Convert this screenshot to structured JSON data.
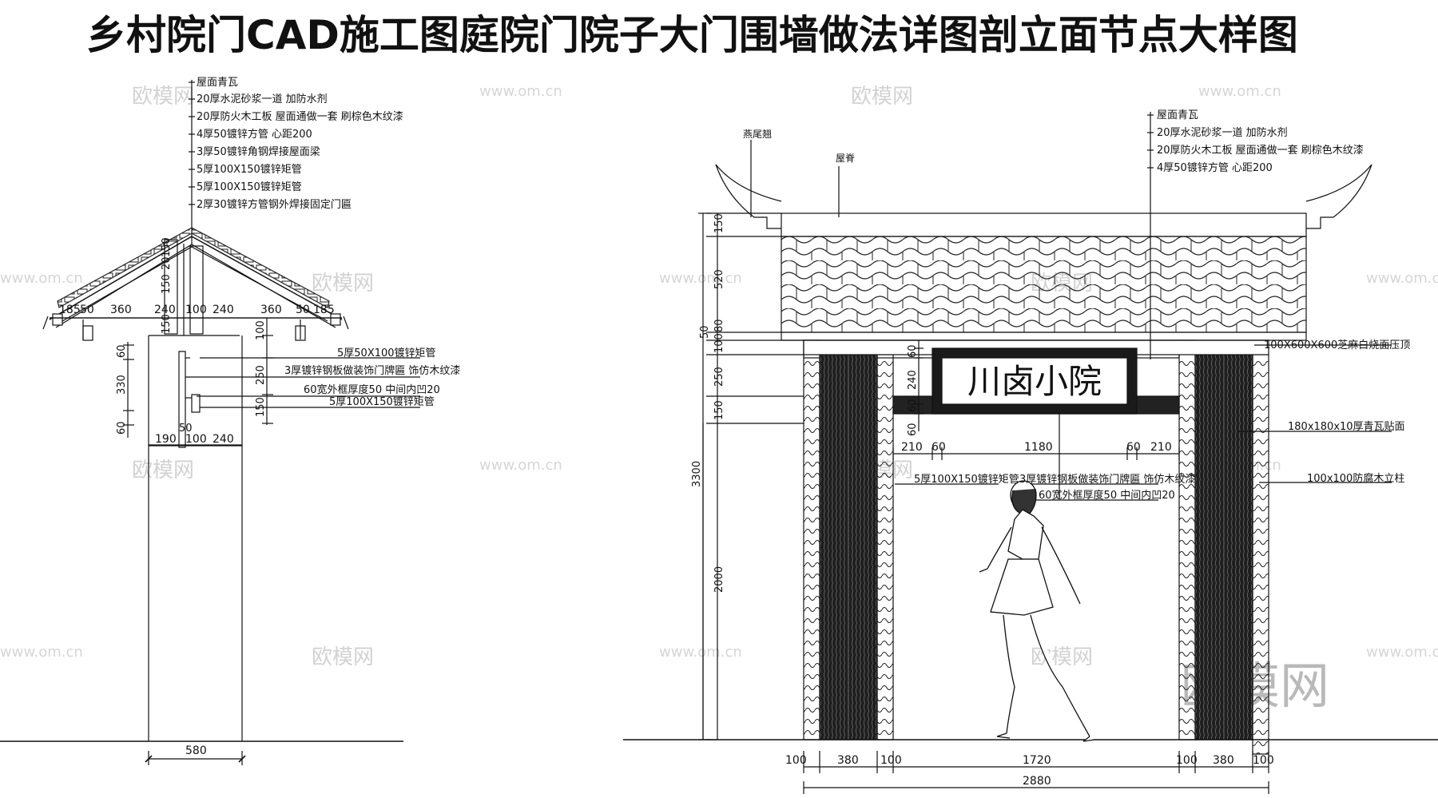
{
  "title": "乡村院门CAD施工图庭院门院子大门围墙做法详图剖立面节点大样图",
  "watermark": {
    "brand": "欧模网",
    "url": "www.om.cn"
  },
  "section": {
    "callout_top": [
      "屋面青瓦",
      "20厚水泥砂浆一道  加防水剂",
      "20厚防火木工板  屋面通做一套  刷棕色木纹漆",
      "4厚50镀锌方管  心距200",
      "3厚50镀锌角钢焊接屋面梁",
      "5厚100X150镀锌矩管",
      "5厚100X150镀锌矩管",
      "2厚30镀锌方管钢外焊接固定门匾"
    ],
    "callout_mid": [
      "5厚50X100镀锌矩管",
      "3厚镀锌钢板做装饰门牌匾  饰仿木纹漆",
      "60宽外框厚度50  中间内凹20",
      "5厚100X150镀锌矩管"
    ],
    "dims_top": [
      "185",
      "50",
      "360",
      "240",
      "100",
      "240",
      "360",
      "50",
      "185"
    ],
    "dims_bottom": [
      "190",
      "100",
      "240"
    ],
    "dim_fifty": "50",
    "dim_base": "580",
    "dims_left": [
      "60",
      "330",
      "60"
    ],
    "dims_left_upper": [
      "150",
      "150",
      "20",
      "150"
    ],
    "dims_right": [
      "100",
      "250",
      "150"
    ]
  },
  "elevation": {
    "label_eave": "燕尾翘",
    "label_ridge": "屋脊",
    "callout_top": [
      "屋面青瓦",
      "20厚水泥砂浆一道  加防水剂",
      "20厚防火木工板  屋面通做一套  刷棕色木纹漆",
      "4厚50镀锌方管  心距200"
    ],
    "callout_right": [
      "100X600X600芝麻白烧面压顶",
      "180x180x10厚青瓦贴面",
      "100x100防腐木立柱"
    ],
    "callout_center": [
      "5厚100X150镀锌矩管",
      "3厚镀锌钢板做装饰门牌匾  饰仿木纹漆",
      "60宽外框厚度50  中间内凹20"
    ],
    "sign_text": "川卤小院",
    "dims_opening": [
      "210",
      "60",
      "1180",
      "60",
      "210"
    ],
    "dims_left": [
      "150",
      "520",
      "50",
      "80",
      "100",
      "250",
      "150",
      "3300",
      "2000"
    ],
    "dims_sign": [
      "60",
      "240",
      "60",
      "60"
    ],
    "dims_bottom": [
      "100",
      "380",
      "100",
      "1720",
      "100",
      "380",
      "100"
    ],
    "dim_total": "2880"
  }
}
